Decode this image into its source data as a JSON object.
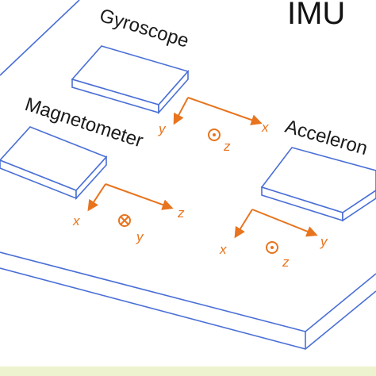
{
  "title": "IMU",
  "colors": {
    "board": "#4a6fd6",
    "axis": "#e8741e",
    "text": "#1a1a1a",
    "bottom_band": "#eef3cf"
  },
  "sensors": [
    {
      "label": "Gyroscope",
      "axes": {
        "horizontal": "x",
        "vertical": "y",
        "out": "z"
      },
      "out_symbol": "dot"
    },
    {
      "label": "Magnetometer",
      "axes": {
        "horizontal": "z",
        "vertical": "x",
        "out": "y"
      },
      "out_symbol": "cross"
    },
    {
      "label": "Acceleron",
      "axes": {
        "horizontal": "y",
        "vertical": "x",
        "out": "z"
      },
      "out_symbol": "dot"
    }
  ]
}
